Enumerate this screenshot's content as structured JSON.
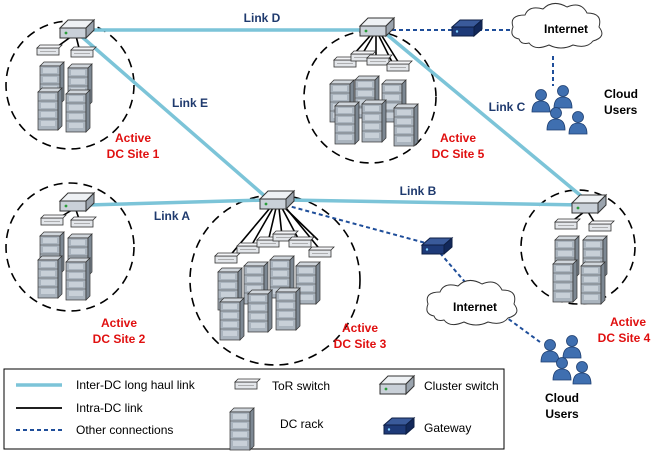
{
  "colors": {
    "inter_dc": "#7cc4d8",
    "intra_dc": "#000000",
    "other": "#1f4e9a",
    "link_label": "#1f3a6e",
    "site_label": "#e01010"
  },
  "links": {
    "a": "Link A",
    "b": "Link B",
    "c": "Link C",
    "d": "Link D",
    "e": "Link E"
  },
  "sites": [
    {
      "active": "Active",
      "name": "DC Site 1"
    },
    {
      "active": "Active",
      "name": "DC Site 2"
    },
    {
      "active": "Active",
      "name": "DC Site 3"
    },
    {
      "active": "Active",
      "name": "DC Site 4"
    },
    {
      "active": "Active",
      "name": "DC Site 5"
    }
  ],
  "clouds": {
    "internet_top": "Internet",
    "internet_bottom": "Internet"
  },
  "users": {
    "top_line1": "Cloud",
    "top_line2": "Users",
    "bottom_line1": "Cloud",
    "bottom_line2": "Users"
  },
  "legend": {
    "inter_dc": "Inter-DC long haul link",
    "intra_dc": "Intra-DC link",
    "other": "Other connections",
    "tor": "ToR switch",
    "rack": "DC rack",
    "cluster": "Cluster switch",
    "gateway": "Gateway"
  }
}
